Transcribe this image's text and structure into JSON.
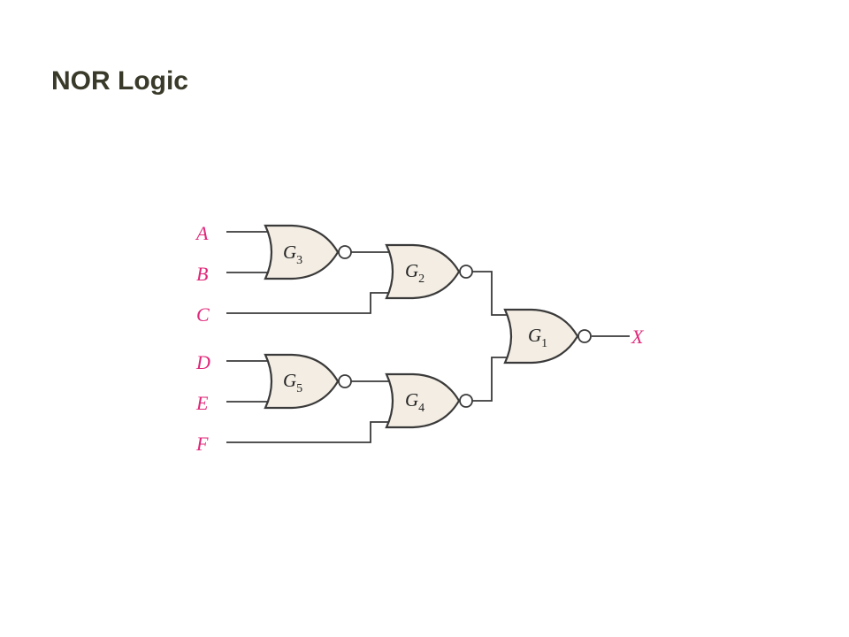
{
  "title": "NOR Logic",
  "colors": {
    "title": "#3a3a2a",
    "label": "#e0287a",
    "gate_fill": "#f3ede3",
    "line": "#3a3a3a"
  },
  "inputs": [
    "A",
    "B",
    "C",
    "D",
    "E",
    "F"
  ],
  "output": "X",
  "gates": [
    {
      "id": "G3",
      "letter": "G",
      "sub": "3"
    },
    {
      "id": "G2",
      "letter": "G",
      "sub": "2"
    },
    {
      "id": "G5",
      "letter": "G",
      "sub": "5"
    },
    {
      "id": "G4",
      "letter": "G",
      "sub": "4"
    },
    {
      "id": "G1",
      "letter": "G",
      "sub": "1"
    }
  ]
}
